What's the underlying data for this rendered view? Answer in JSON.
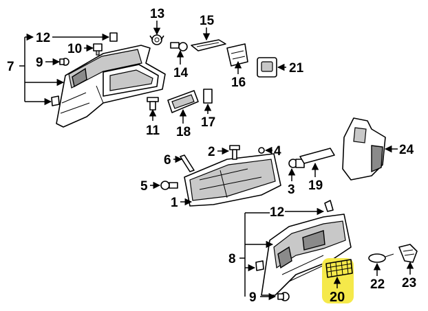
{
  "diagram": {
    "highlight_color": "#f5e94a",
    "callouts": {
      "c1": "1",
      "c2": "2",
      "c3": "3",
      "c4": "4",
      "c5": "5",
      "c6": "6",
      "c7": "7",
      "c8": "8",
      "c9_top": "9",
      "c9_bottom": "9",
      "c10": "10",
      "c11": "11",
      "c12_top": "12",
      "c12_bottom": "12",
      "c13": "13",
      "c14": "14",
      "c15": "15",
      "c16": "16",
      "c17": "17",
      "c18": "18",
      "c19": "19",
      "c20": "20",
      "c21": "21",
      "c22": "22",
      "c23": "23",
      "c24": "24"
    }
  }
}
